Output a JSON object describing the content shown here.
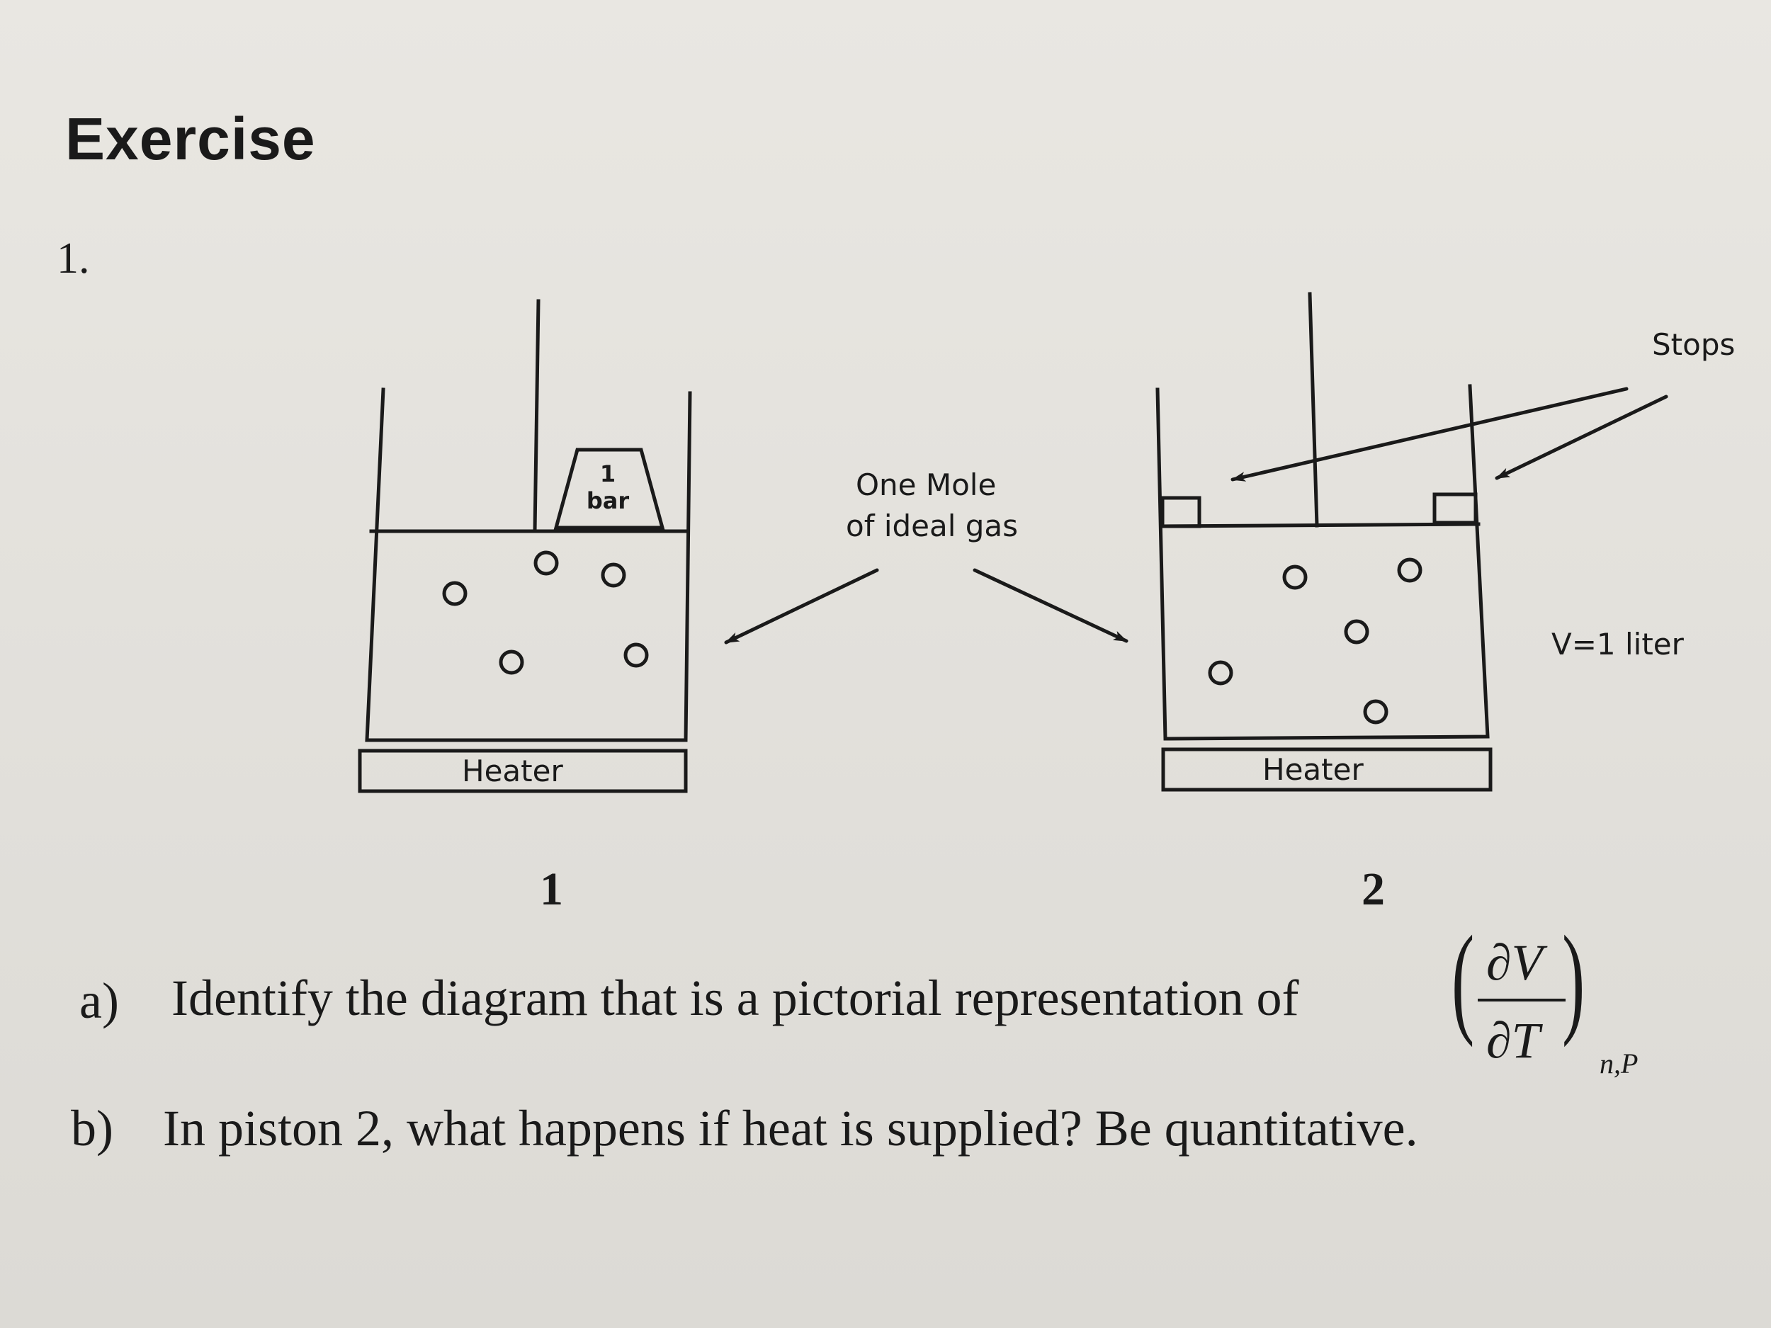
{
  "heading": "Exercise",
  "item_number": "1.",
  "diagram1": {
    "weight_value": "1",
    "weight_unit": "bar",
    "heater_label": "Heater",
    "caption": "1"
  },
  "diagram2": {
    "stops_label": "Stops",
    "volume_label": "V=1 liter",
    "heater_label": "Heater",
    "caption": "2"
  },
  "gas_label": {
    "line1": "One Mole",
    "line2": "of ideal gas"
  },
  "questions": {
    "a_marker": "a)",
    "a_text": "Identify the diagram that is a pictorial representation of",
    "a_numerator": "∂V",
    "a_denominator": "∂T",
    "a_paren_left": "(",
    "a_paren_right": ")",
    "a_subscript": "n,P",
    "b_marker": "b)",
    "b_text": "In piston 2, what happens if heat is supplied?  Be quantitative."
  }
}
